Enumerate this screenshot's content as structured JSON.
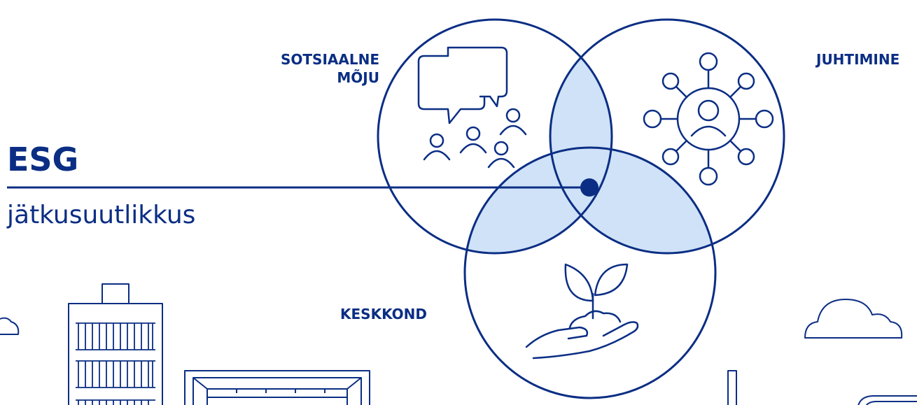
{
  "colors": {
    "primary": "#0b2e84",
    "overlap": "#cfe2f7",
    "background": "#ffffff"
  },
  "title": "ESG",
  "subtitle": "jätkusuutlikkus",
  "circles": {
    "social": {
      "label_line1": "SOTSIAALNE",
      "label_line2": "MÕJU",
      "icon": "chat-and-people-icon"
    },
    "governance": {
      "label": "JUHTIMINE",
      "icon": "network-person-icon"
    },
    "environment": {
      "label": "KESKKOND",
      "icon": "plant-in-hand-icon"
    }
  },
  "decorations": [
    "cloud-icon",
    "office-building-icon",
    "factory-icon",
    "chimney-icon",
    "bus-icon"
  ]
}
